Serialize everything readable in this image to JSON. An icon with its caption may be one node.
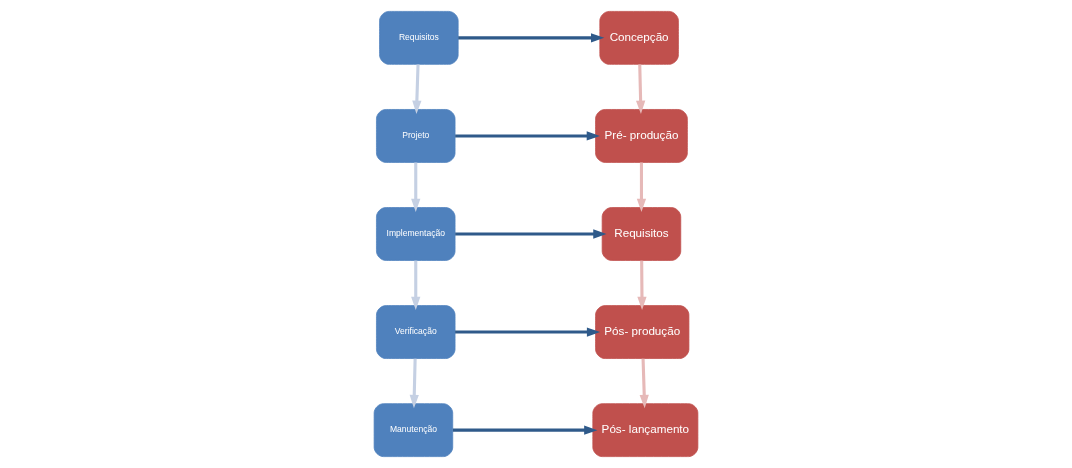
{
  "diagram": {
    "nodes": [
      {
        "text": [
          "Requisitos"
        ]
      },
      {
        "text": [
          "Projeto"
        ]
      },
      {
        "text": [
          "Implementação"
        ]
      },
      {
        "text": [
          "Verificação"
        ]
      },
      {
        "text": [
          "Manutenção"
        ]
      },
      {
        "text": [
          "Concepção"
        ]
      },
      {
        "text": [
          "Pré- produção"
        ]
      },
      {
        "text": [
          "Requisitos"
        ]
      },
      {
        "text": [
          "Pós- produção"
        ]
      },
      {
        "text": [
          "Pós- lançamento"
        ]
      }
    ],
    "edges": [
      {
        "from": 0,
        "to": 1,
        "arrow": "to",
        "color": "#c5d0e3"
      },
      {
        "from": 1,
        "to": 2,
        "arrow": "to",
        "color": "#c5d0e3"
      },
      {
        "from": 2,
        "to": 3,
        "arrow": "to",
        "color": "#c5d0e3"
      },
      {
        "from": 3,
        "to": 4,
        "arrow": "to",
        "color": "#c5d0e3"
      },
      {
        "from": 5,
        "to": 6,
        "arrow": "to",
        "color": "#e6b9b8"
      },
      {
        "from": 6,
        "to": 7,
        "arrow": "to",
        "color": "#e6b9b8"
      },
      {
        "from": 7,
        "to": 8,
        "arrow": "to",
        "color": "#e6b9b8"
      },
      {
        "from": 8,
        "to": 9,
        "arrow": "to",
        "color": "#e6b9b8"
      },
      {
        "from": 0,
        "to": 5,
        "arrow": "to",
        "color": "#2f5a8a"
      },
      {
        "from": 1,
        "to": 6,
        "arrow": "to",
        "color": "#2f5a8a"
      },
      {
        "from": 2,
        "to": 7,
        "arrow": "to",
        "color": "#2f5a8a"
      },
      {
        "from": 3,
        "to": 8,
        "arrow": "to",
        "color": "#2f5a8a"
      },
      {
        "from": 4,
        "to": 9,
        "arrow": "to",
        "color": "#2f5a8a"
      }
    ]
  }
}
